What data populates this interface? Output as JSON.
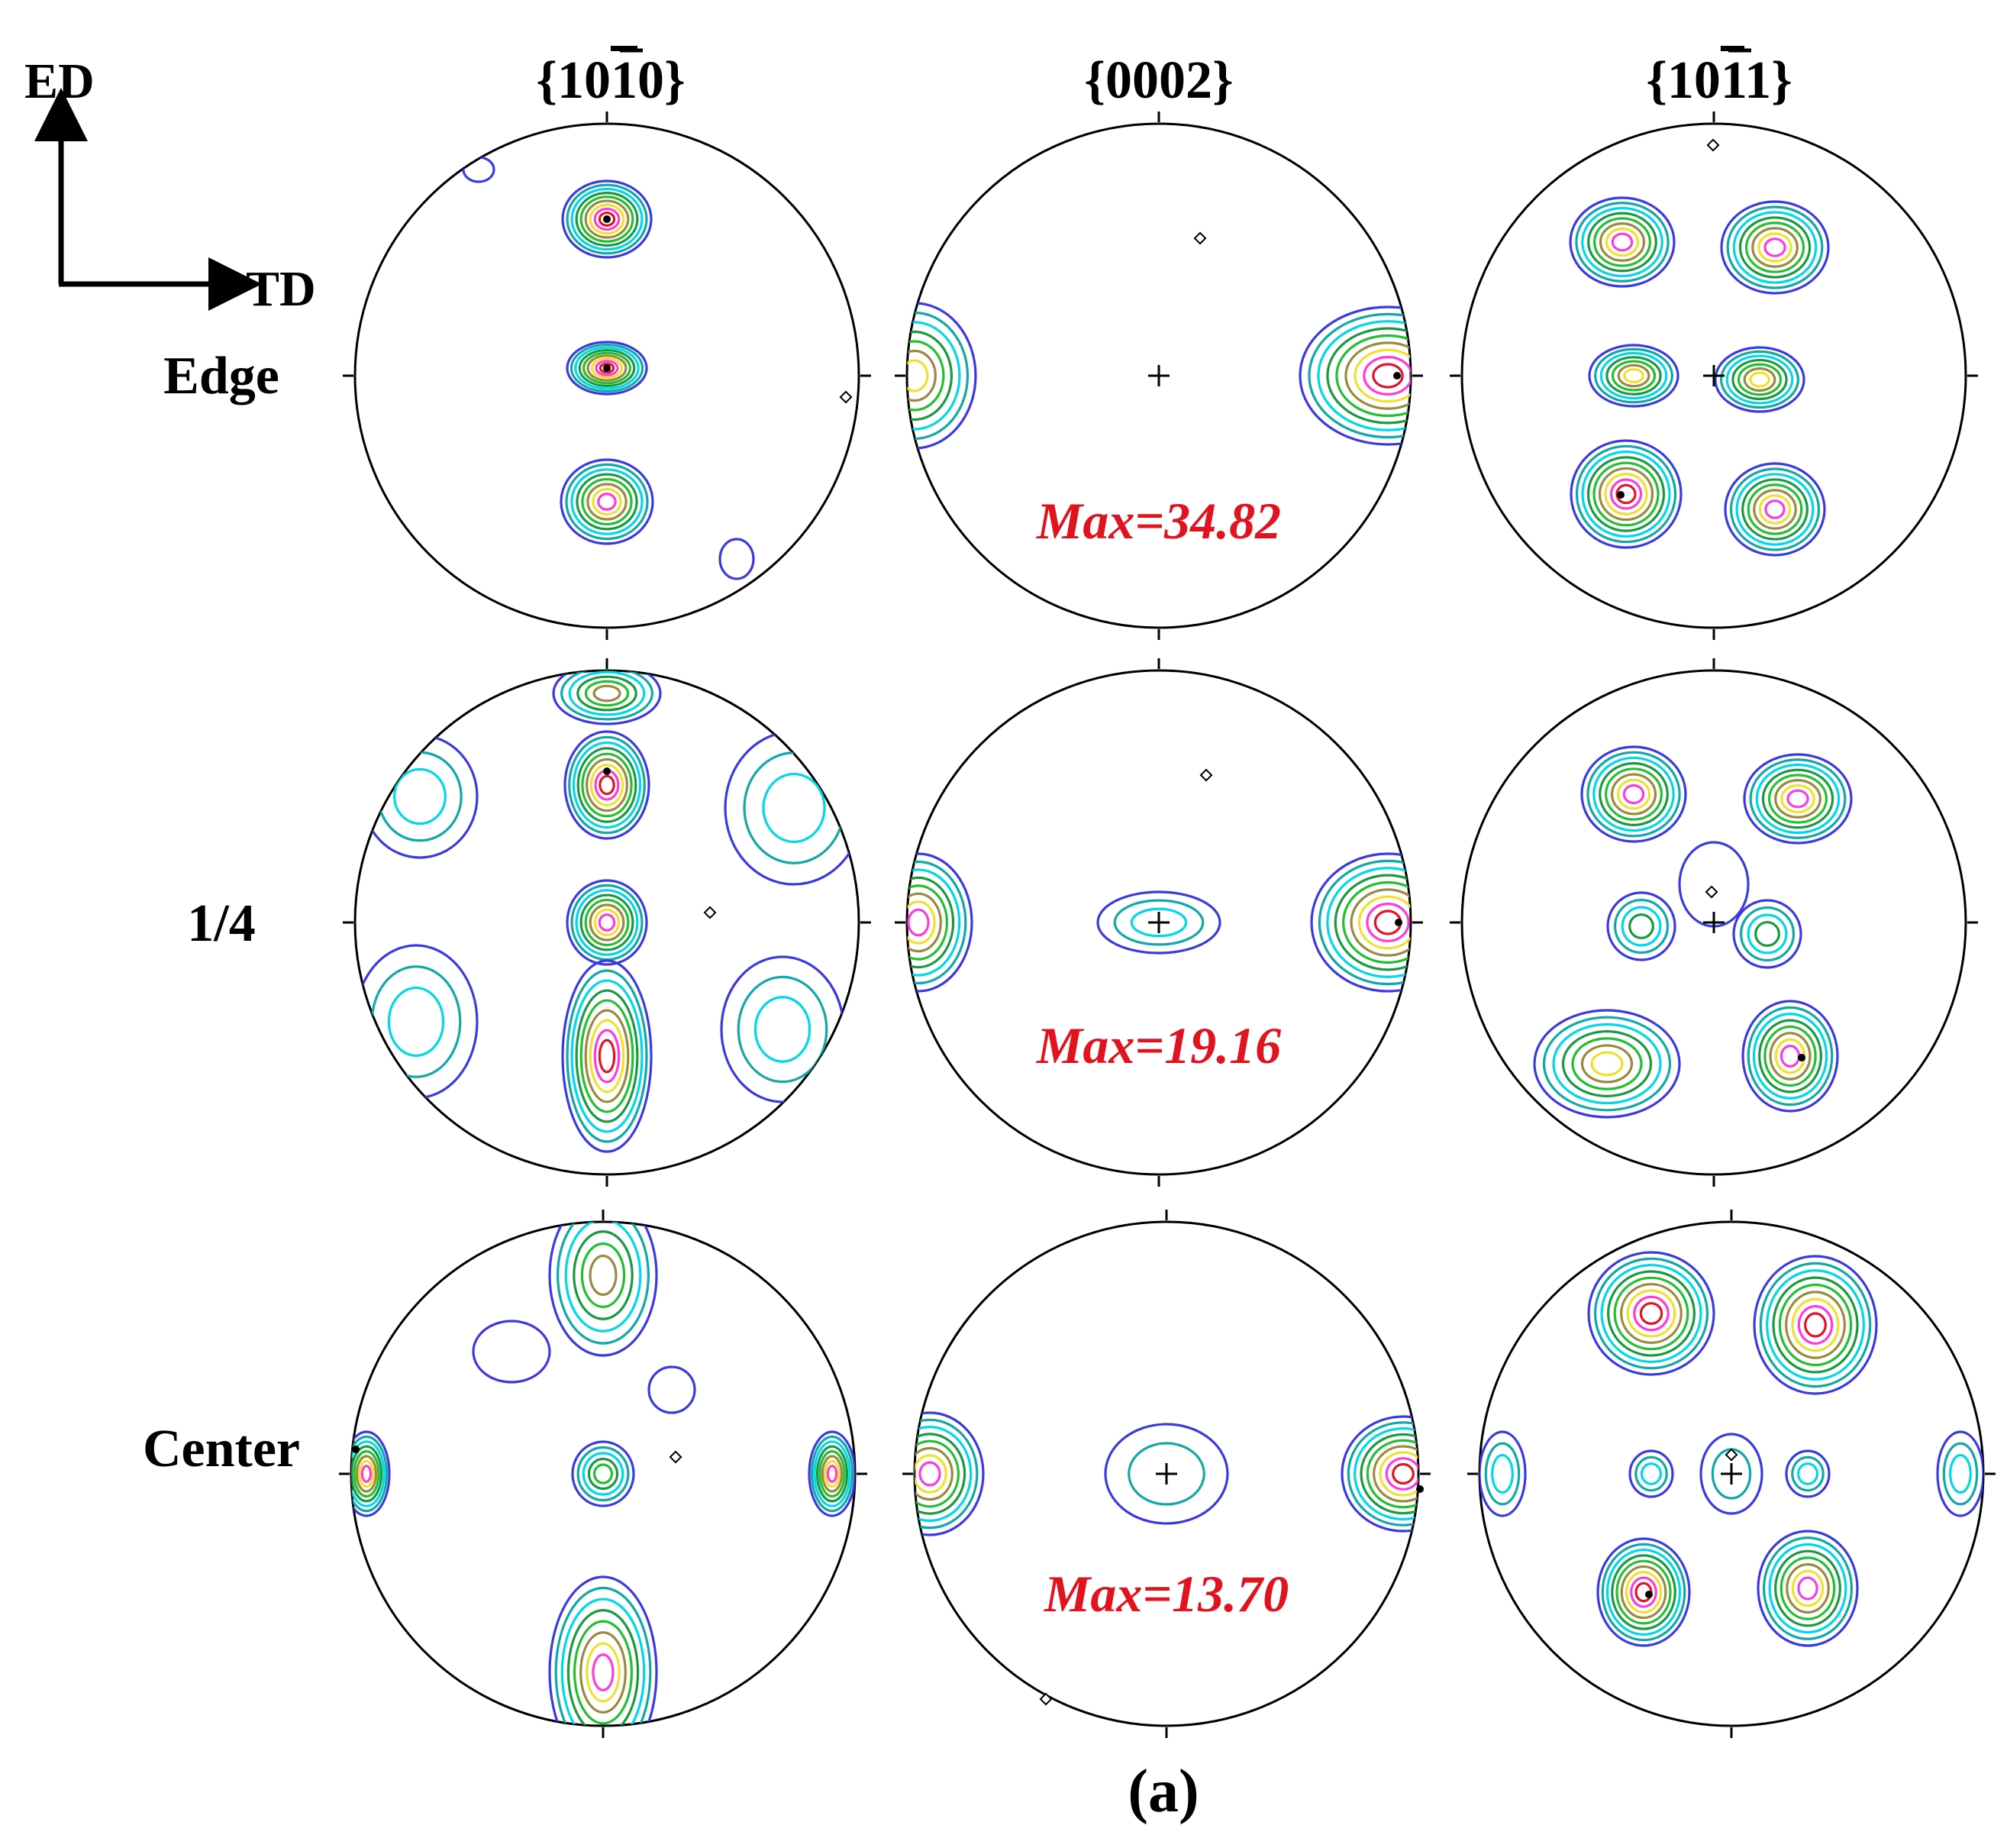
{
  "figure_label": "(a)",
  "axes": {
    "vertical": "ED",
    "horizontal": "TD"
  },
  "columns": [
    {
      "id": "c1010",
      "text": "{10",
      "bar_digit": "1",
      "tail": "0}"
    },
    {
      "id": "c0002",
      "text": "{0002}",
      "bar_digit": "",
      "tail": ""
    },
    {
      "id": "c1011",
      "text": "{10",
      "bar_digit": "1",
      "tail": "1}"
    }
  ],
  "rows": [
    {
      "label": "Edge",
      "max_text": "Max=34.82"
    },
    {
      "label": "1/4",
      "max_text": "Max=19.16"
    },
    {
      "label": "Center",
      "max_text": "Max=13.70"
    }
  ],
  "colors": {
    "max_label": "#e0141e",
    "contour_levels": [
      "#3a3ae0",
      "#12a8a8",
      "#00d8e8",
      "#1a9a40",
      "#22c030",
      "#9a8a40",
      "#f0e030",
      "#ff3cd8",
      "#e0142a"
    ]
  },
  "icons": {
    "ed_arrow": "arrow-up-icon",
    "td_arrow": "arrow-right-icon"
  }
}
